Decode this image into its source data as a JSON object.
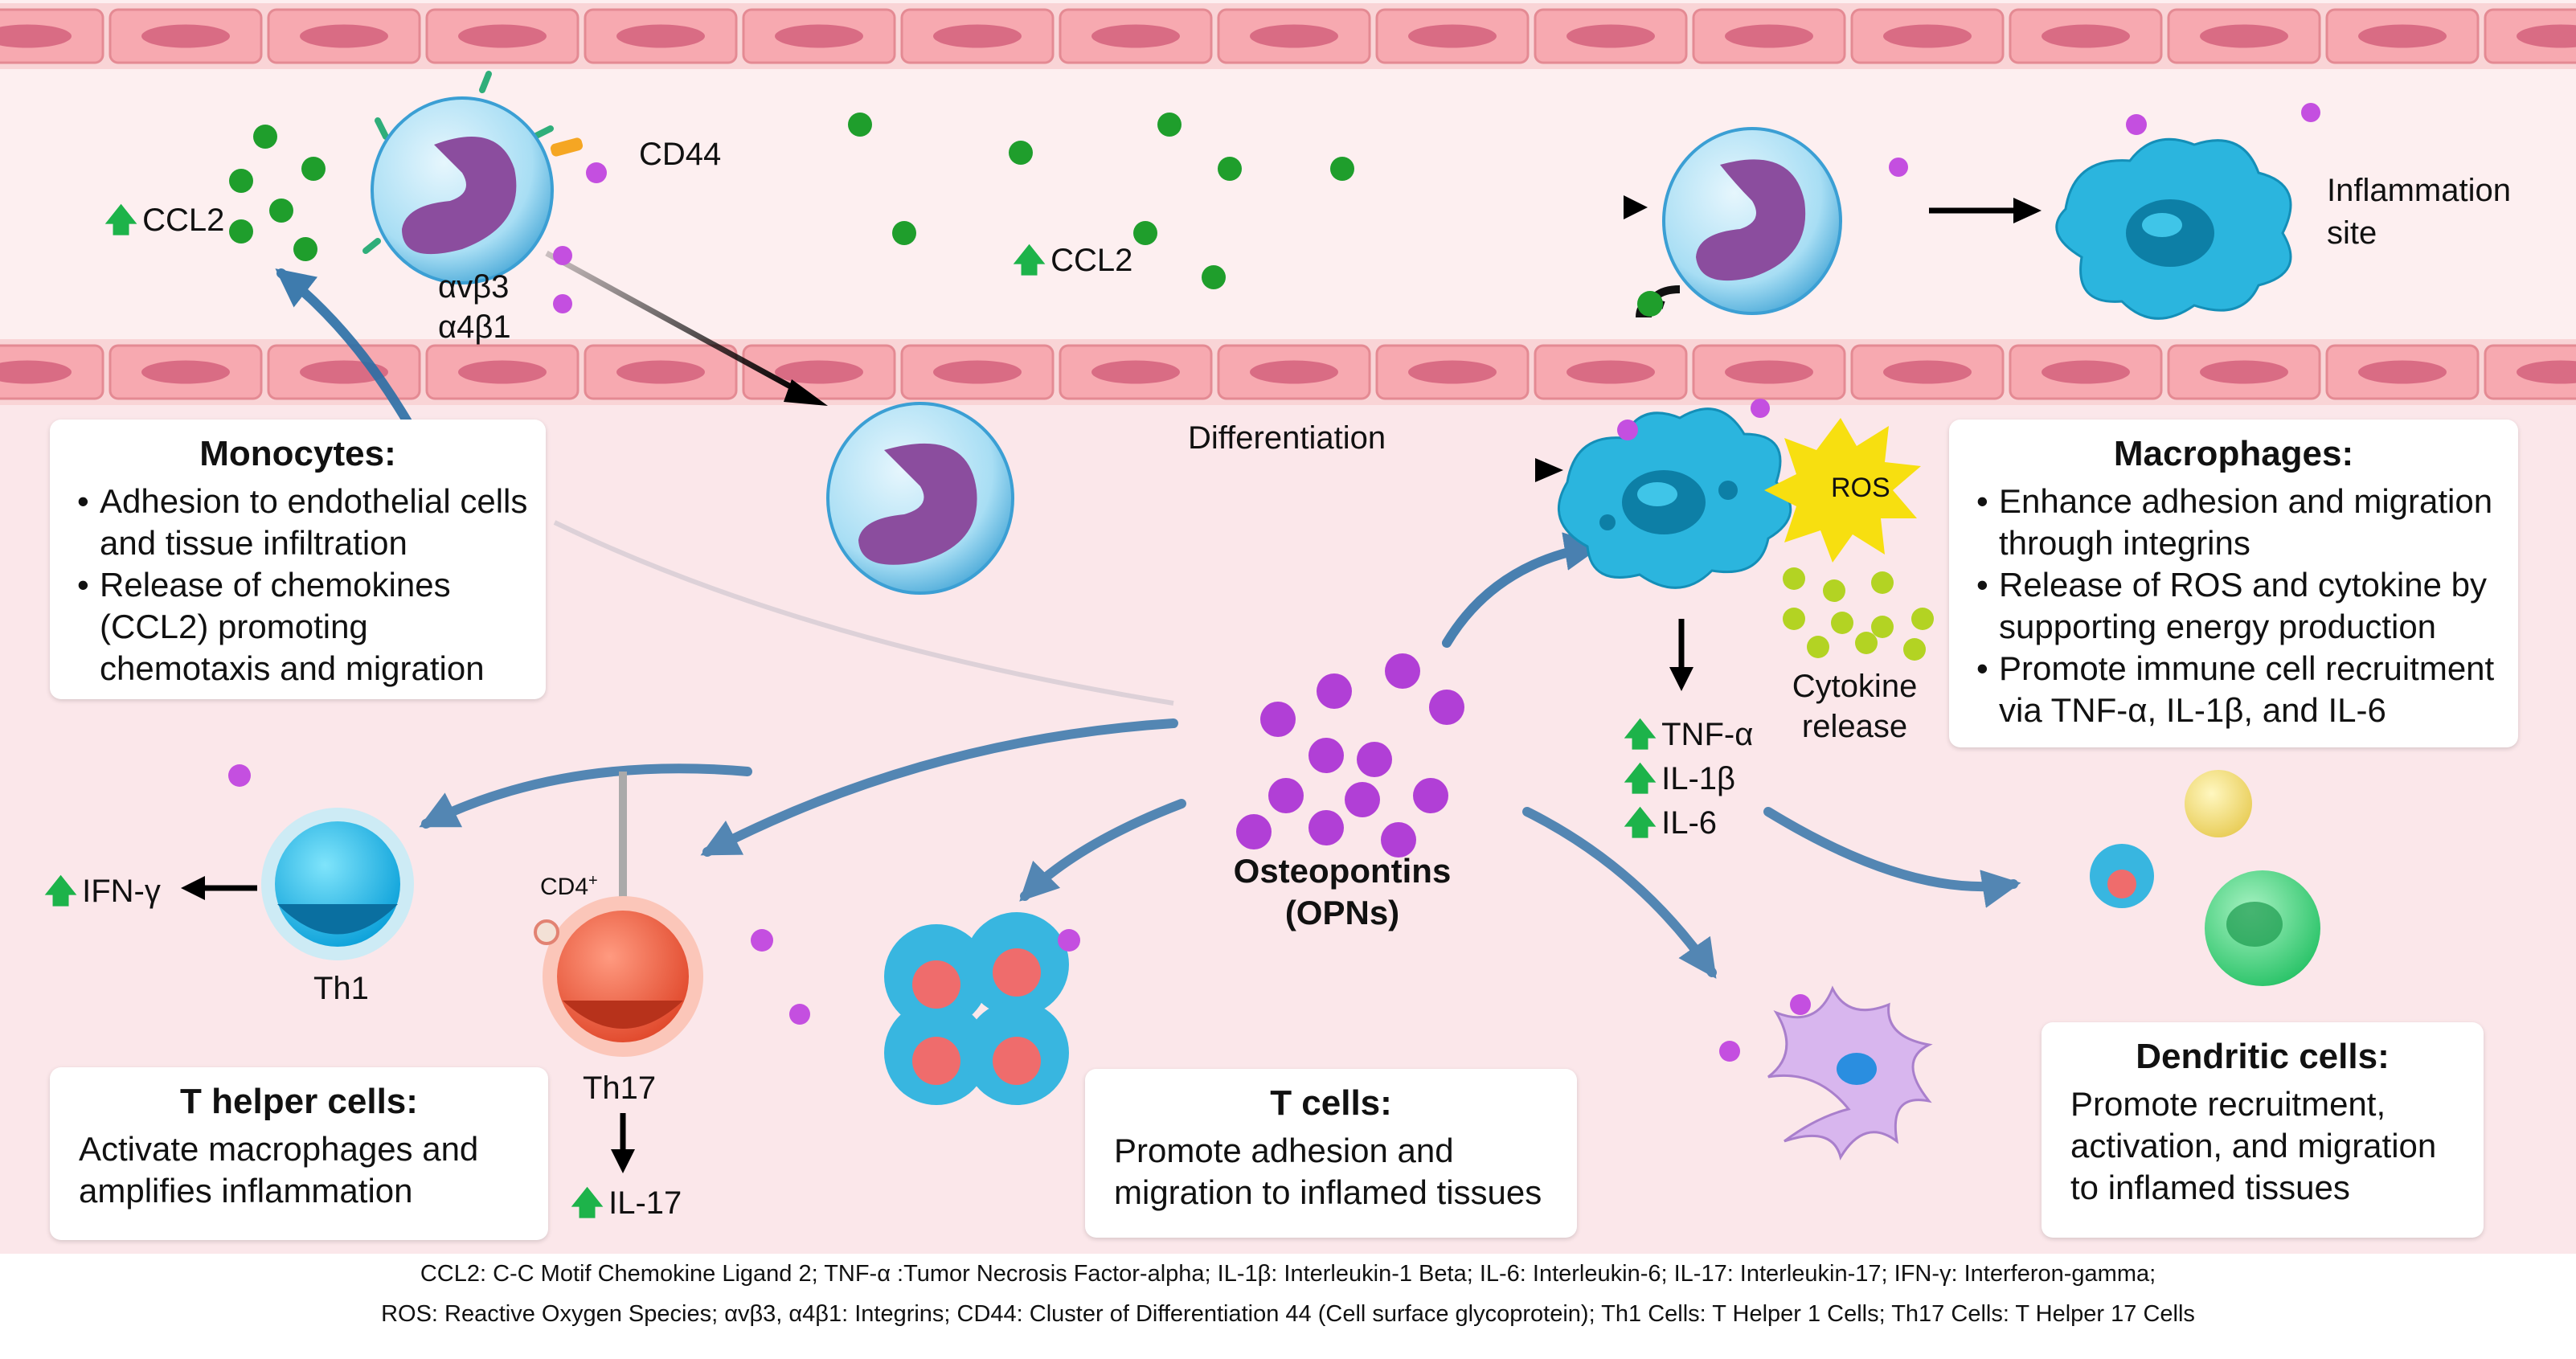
{
  "labels": {
    "ccl2_left": "CCL2",
    "ccl2_center": "CCL2",
    "cd44": "CD44",
    "integrin_avb3": "αvβ3",
    "integrin_a4b1": "α4β1",
    "inflammation_line1": "Inflammation",
    "inflammation_line2": "site",
    "differentiation": "Differentiation",
    "ros": "ROS",
    "cytokine_line1": "Cytokine",
    "cytokine_line2": "release",
    "tnf": "TNF-α",
    "il1b": "IL-1β",
    "il6": "IL-6",
    "ifn": "IFN-γ",
    "th1": "Th1",
    "th17": "Th17",
    "cd4": "CD4",
    "cd4_sup": "+",
    "il17": "IL-17",
    "opn_line1": "Osteopontins",
    "opn_line2": "(OPNs)",
    "up_arrow": "🡅"
  },
  "boxes": {
    "monocytes": {
      "title": "Monocytes:",
      "items": [
        "Adhesion to endothelial cells and tissue infiltration",
        "Release of chemokines (CCL2) promoting chemotaxis and migration"
      ]
    },
    "macrophages": {
      "title": "Macrophages:",
      "items": [
        "Enhance adhesion and migration through integrins",
        "Release of ROS and cytokine by supporting energy production",
        "Promote immune cell recruitment via TNF-α, IL-1β, and IL-6"
      ]
    },
    "t_helper": {
      "title": "T helper cells:",
      "text": "Activate macrophages and amplifies inflammation"
    },
    "t_cells": {
      "title": "T cells:",
      "text": "Promote adhesion and migration to inflamed tissues"
    },
    "dendritic": {
      "title": "Dendritic cells:",
      "text": "Promote recruitment, activation, and migration to inflamed tissues"
    }
  },
  "legend": {
    "line1": "CCL2: C-C Motif Chemokine Ligand 2; TNF-α :Tumor Necrosis Factor-alpha; IL-1β: Interleukin-1 Beta; IL-6: Interleukin-6; IL-17: Interleukin-17; IFN-γ: Interferon-gamma;",
    "line2": "ROS: Reactive Oxygen Species; αvβ3, α4β1: Integrins; CD44: Cluster of Differentiation 44 (Cell surface glycoprotein); Th1 Cells: T Helper 1 Cells; Th17 Cells: T Helper 17 Cells"
  },
  "colors": {
    "vessel_band": "#f9d4d6",
    "tissue_bg": "#fbe7ea",
    "endothelial_cell": "#f7a9b0",
    "endothelial_nucleus": "#d96c84",
    "ccl2_dot": "#1f9e2c",
    "opn_dot": "#b13fd6",
    "macrophage": "#2bb5de",
    "monocyte_body": "#a8def4",
    "monocyte_nucleus": "#8b4d9e",
    "ros_star": "#f7df10",
    "cytokine_dot": "#b3d323",
    "arrow_blue": "#2a6fa6",
    "up_arrow": "#1db34a"
  }
}
